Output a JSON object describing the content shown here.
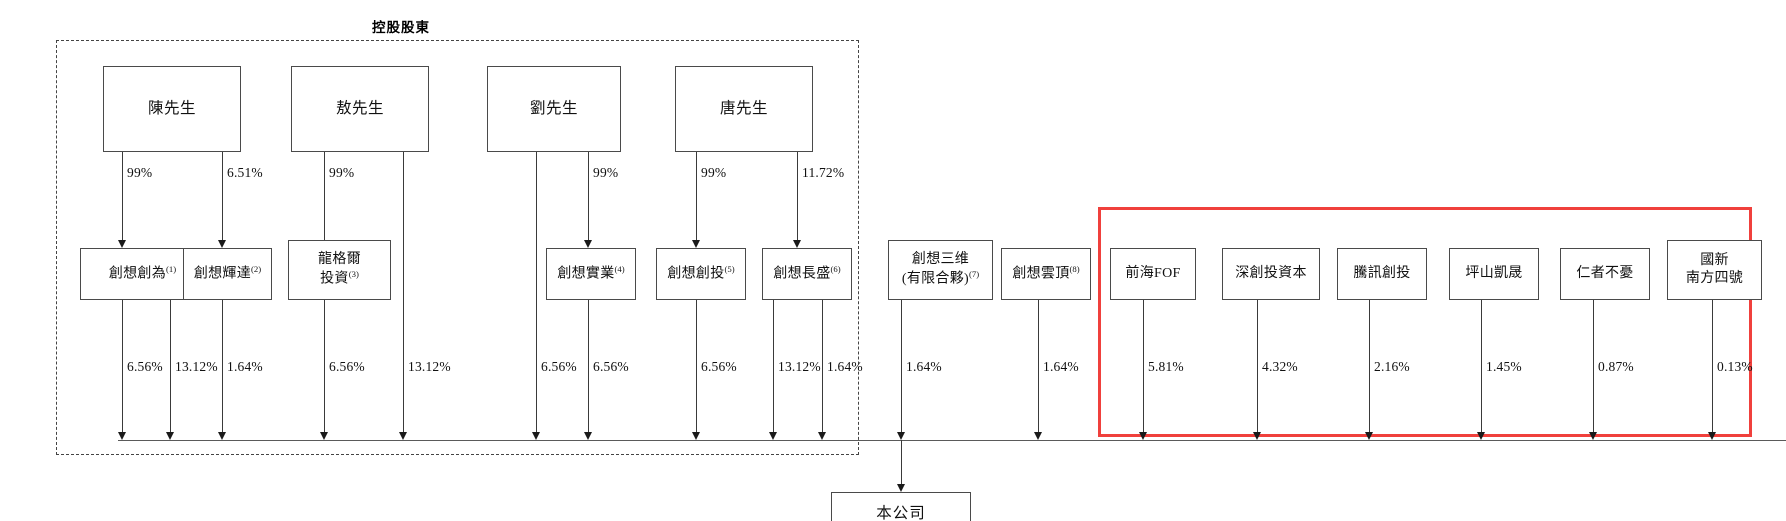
{
  "diagram": {
    "type": "shareholding-structure",
    "group_label": "控股股東",
    "company": {
      "label": "本公司"
    },
    "persons": [
      {
        "name": "陳先生"
      },
      {
        "name": "敖先生"
      },
      {
        "name": "劉先生"
      },
      {
        "name": "唐先生"
      }
    ],
    "person_to_entity": [
      {
        "from": "陳先生",
        "to": "創想創為",
        "pct": "99%"
      },
      {
        "from": "陳先生",
        "to": "創想輝達",
        "pct": "6.51%"
      },
      {
        "from": "敖先生",
        "to": "龍格爾投資",
        "pct": "99%"
      },
      {
        "from": "劉先生",
        "to": "創想實業",
        "pct": "99%"
      },
      {
        "from": "唐先生",
        "to": "創想創投",
        "pct": "99%"
      },
      {
        "from": "唐先生",
        "to": "創想長盛",
        "pct": "11.72%"
      }
    ],
    "entities": [
      {
        "name": "創想創為",
        "note": "(1)",
        "pct": "6.56%"
      },
      {
        "name": "創想輝達",
        "note": "(2)",
        "pct": "13.12%"
      },
      {
        "name": "龍格爾\n投資",
        "note": "(3)",
        "pct": "1.64%"
      },
      {
        "name": "創想實業",
        "note": "(4)",
        "pct": "13.12%"
      },
      {
        "name": "創想創投",
        "note": "(5)",
        "pct": "6.56%"
      },
      {
        "name": "創想長盛",
        "note": "(6)",
        "pct": "13.12%"
      },
      {
        "name": "創想三维\n(有限合夥)",
        "note": "(7)",
        "pct": "1.64%"
      },
      {
        "name": "創想雲頂",
        "note": "(8)",
        "pct": "1.64%"
      },
      {
        "name": "前海FOF",
        "note": "",
        "pct": "5.81%"
      },
      {
        "name": "深創投資本",
        "note": "",
        "pct": "4.32%"
      },
      {
        "name": "騰訊創投",
        "note": "",
        "pct": "2.16%"
      },
      {
        "name": "坪山凱晟",
        "note": "",
        "pct": "1.45%"
      },
      {
        "name": "仁者不憂",
        "note": "",
        "pct": "0.87%"
      },
      {
        "name": "國新\n南方四號",
        "note": "",
        "pct": "0.13%"
      }
    ],
    "extra_pcts": [
      {
        "label": "6.56%"
      },
      {
        "label": "1.64%"
      },
      {
        "label": "6.56%"
      },
      {
        "label": "13.12%"
      },
      {
        "label": "6.56%"
      },
      {
        "label": "1.64%"
      }
    ],
    "colors": {
      "highlight": "#f0403c",
      "frame": "#444444",
      "line": "#3a3a3a",
      "box_border": "#4a4a4a",
      "background": "#ffffff"
    }
  }
}
